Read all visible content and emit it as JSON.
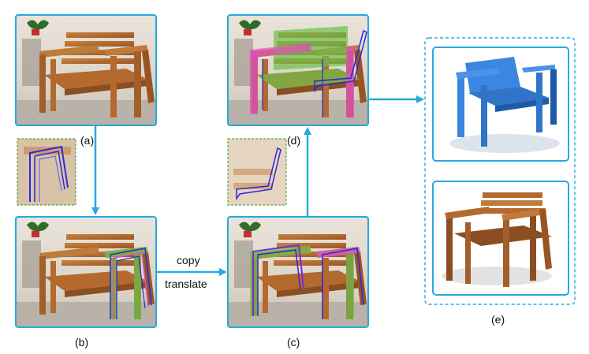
{
  "labels": {
    "a": "(a)",
    "b": "(b)",
    "c": "(c)",
    "d": "(d)",
    "e": "(e)",
    "copy": "copy",
    "translate": "translate"
  },
  "colors": {
    "frame": "#29a8e0",
    "arrow": "#29a8e0",
    "inset_border": "#5aa83c",
    "highlight_green": "#6cc04a",
    "highlight_magenta": "#e04fc0",
    "outline_blue": "#2a2ad8",
    "wood": "#b46a2e",
    "render_blue": "#3a86e0",
    "render_wood": "#8a4e22"
  }
}
